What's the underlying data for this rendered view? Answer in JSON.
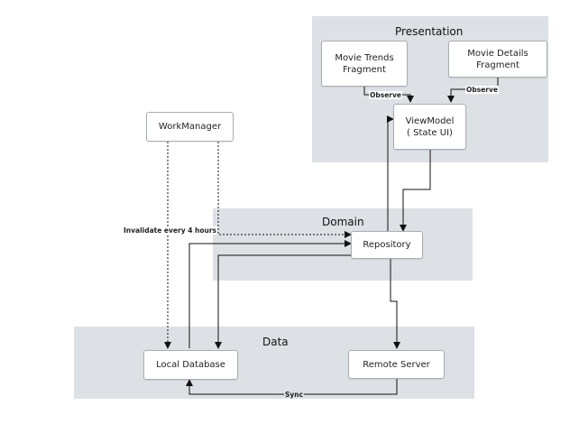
{
  "groups": {
    "presentation": {
      "title": "Presentation"
    },
    "domain": {
      "title": "Domain"
    },
    "data": {
      "title": "Data"
    }
  },
  "nodes": {
    "movie_trends": "Movie Trends\nFragment",
    "movie_details": "Movie Details\nFragment",
    "viewmodel": "ViewModel\n( State UI)",
    "workmanager": "WorkManager",
    "repository": "Repository",
    "local_db": "Local Database",
    "remote_server": "Remote Server"
  },
  "edges": {
    "observe_1": "Observe",
    "observe_2": "Observe",
    "invalidate": "Invalidate every 4 hours",
    "sync": "Sync"
  },
  "colors": {
    "panel": "#dde0e4",
    "node_border": "#a9adb3",
    "line": "#111111"
  }
}
